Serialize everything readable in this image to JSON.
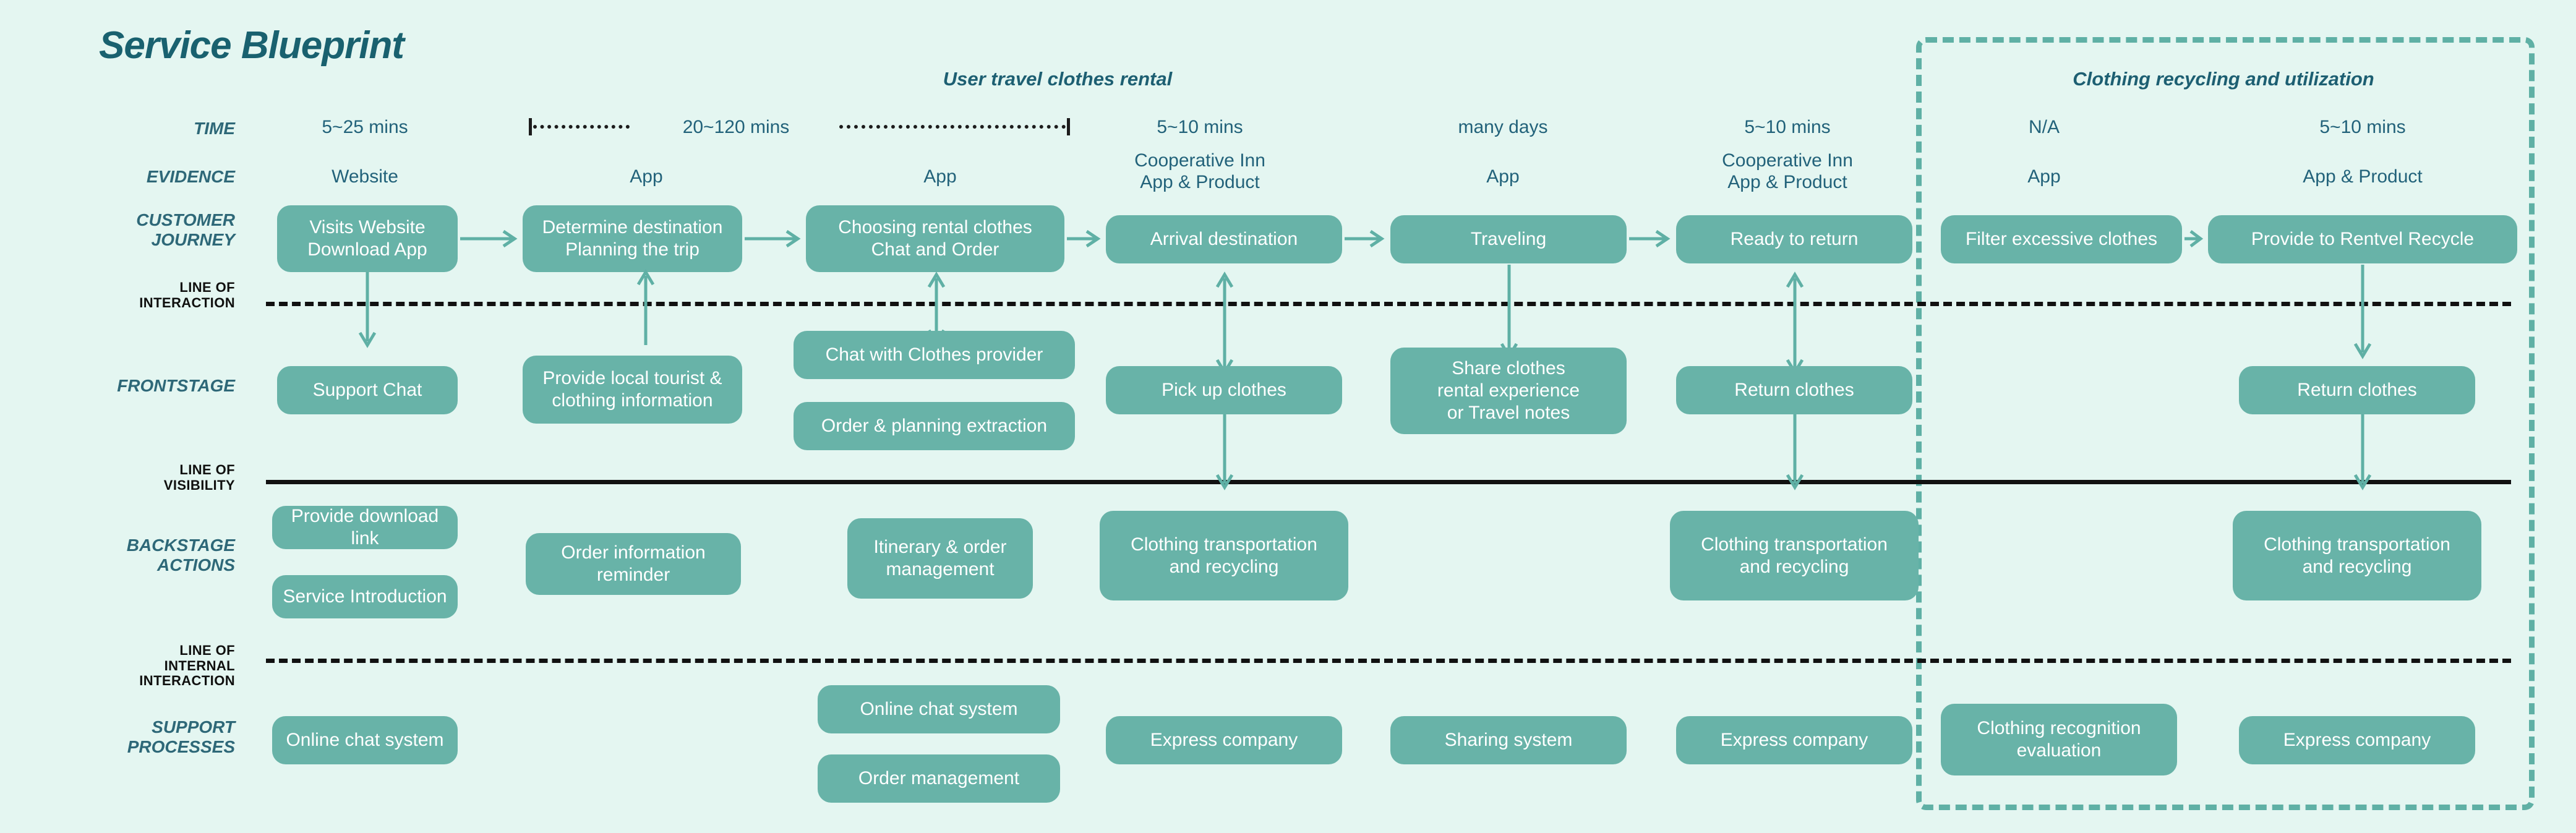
{
  "title": "Service Blueprint",
  "colors": {
    "background": "#e4f6f1",
    "card": "#68b3a8",
    "title": "#19616f",
    "row_label": "#2e6878",
    "line_label": "#10100f",
    "accent_arrow": "#5fb0a5",
    "region_border": "#5fb0a5",
    "card_text": "#ffffff"
  },
  "phases": [
    {
      "name": "travel-rental",
      "label": "User travel clothes rental"
    },
    {
      "name": "clothing-recycling",
      "label": "Clothing recycling and utilization"
    }
  ],
  "row_labels": {
    "time": "TIME",
    "evidence": "EVIDENCE",
    "customer_journey": "CUSTOMER\nJOURNEY",
    "frontstage": "FRONTSTAGE",
    "backstage": "BACKSTAGE\nACTIONS",
    "support": "SUPPORT\nPROCESSES"
  },
  "line_labels": {
    "interaction": "LINE OF\nINTERACTION",
    "visibility": "LINE OF\nVISIBILITY",
    "internal_interaction": "LINE OF\nINTERNAL\nINTERACTION"
  },
  "columns": [
    {
      "id": "col-1",
      "time": "5~25 mins",
      "evidence": "Website",
      "customer_journey": "Visits Website\nDownload App",
      "frontstage": [
        "Support Chat"
      ],
      "backstage": [
        "Provide download link",
        "Service Introduction"
      ],
      "support": [
        "Online chat system"
      ]
    },
    {
      "id": "col-2",
      "time": "20~120 mins",
      "evidence": "App",
      "customer_journey": "Determine destination\nPlanning the trip",
      "frontstage": [
        "Provide local tourist &\nclothing information"
      ],
      "backstage": [
        "Order information\nreminder"
      ],
      "support": []
    },
    {
      "id": "col-3",
      "time": "",
      "evidence": "App",
      "customer_journey": "Choosing rental clothes\nChat and Order",
      "frontstage": [
        "Chat with Clothes provider",
        "Order & planning extraction"
      ],
      "backstage": [
        "Itinerary & order\nmanagement"
      ],
      "support": [
        "Online chat system",
        "Order management"
      ]
    },
    {
      "id": "col-4",
      "time": "5~10 mins",
      "evidence": "Cooperative Inn\nApp & Product",
      "customer_journey": "Arrival destination",
      "frontstage": [
        "Pick up clothes"
      ],
      "backstage": [
        "Clothing transportation\nand recycling"
      ],
      "support": [
        "Express company"
      ]
    },
    {
      "id": "col-5",
      "time": "many days",
      "evidence": "App",
      "customer_journey": "Traveling",
      "frontstage": [
        "Share clothes\nrental experience\nor Travel notes"
      ],
      "backstage": [],
      "support": [
        "Sharing system"
      ]
    },
    {
      "id": "col-6",
      "time": "5~10 mins",
      "evidence": "Cooperative Inn\nApp & Product",
      "customer_journey": "Ready to return",
      "frontstage": [
        "Return clothes"
      ],
      "backstage": [
        "Clothing transportation\nand recycling"
      ],
      "support": [
        "Express company"
      ]
    },
    {
      "id": "col-7",
      "time": "N/A",
      "evidence": "App",
      "customer_journey": "Filter excessive clothes",
      "frontstage": [],
      "backstage": [],
      "support": [
        "Clothing recognition\nevaluation"
      ]
    },
    {
      "id": "col-8",
      "time": "5~10 mins",
      "evidence": "App & Product",
      "customer_journey": "Provide to Rentvel Recycle",
      "frontstage": [
        "Return clothes"
      ],
      "backstage": [
        "Clothing transportation\nand recycling"
      ],
      "support": [
        "Express company"
      ]
    }
  ]
}
